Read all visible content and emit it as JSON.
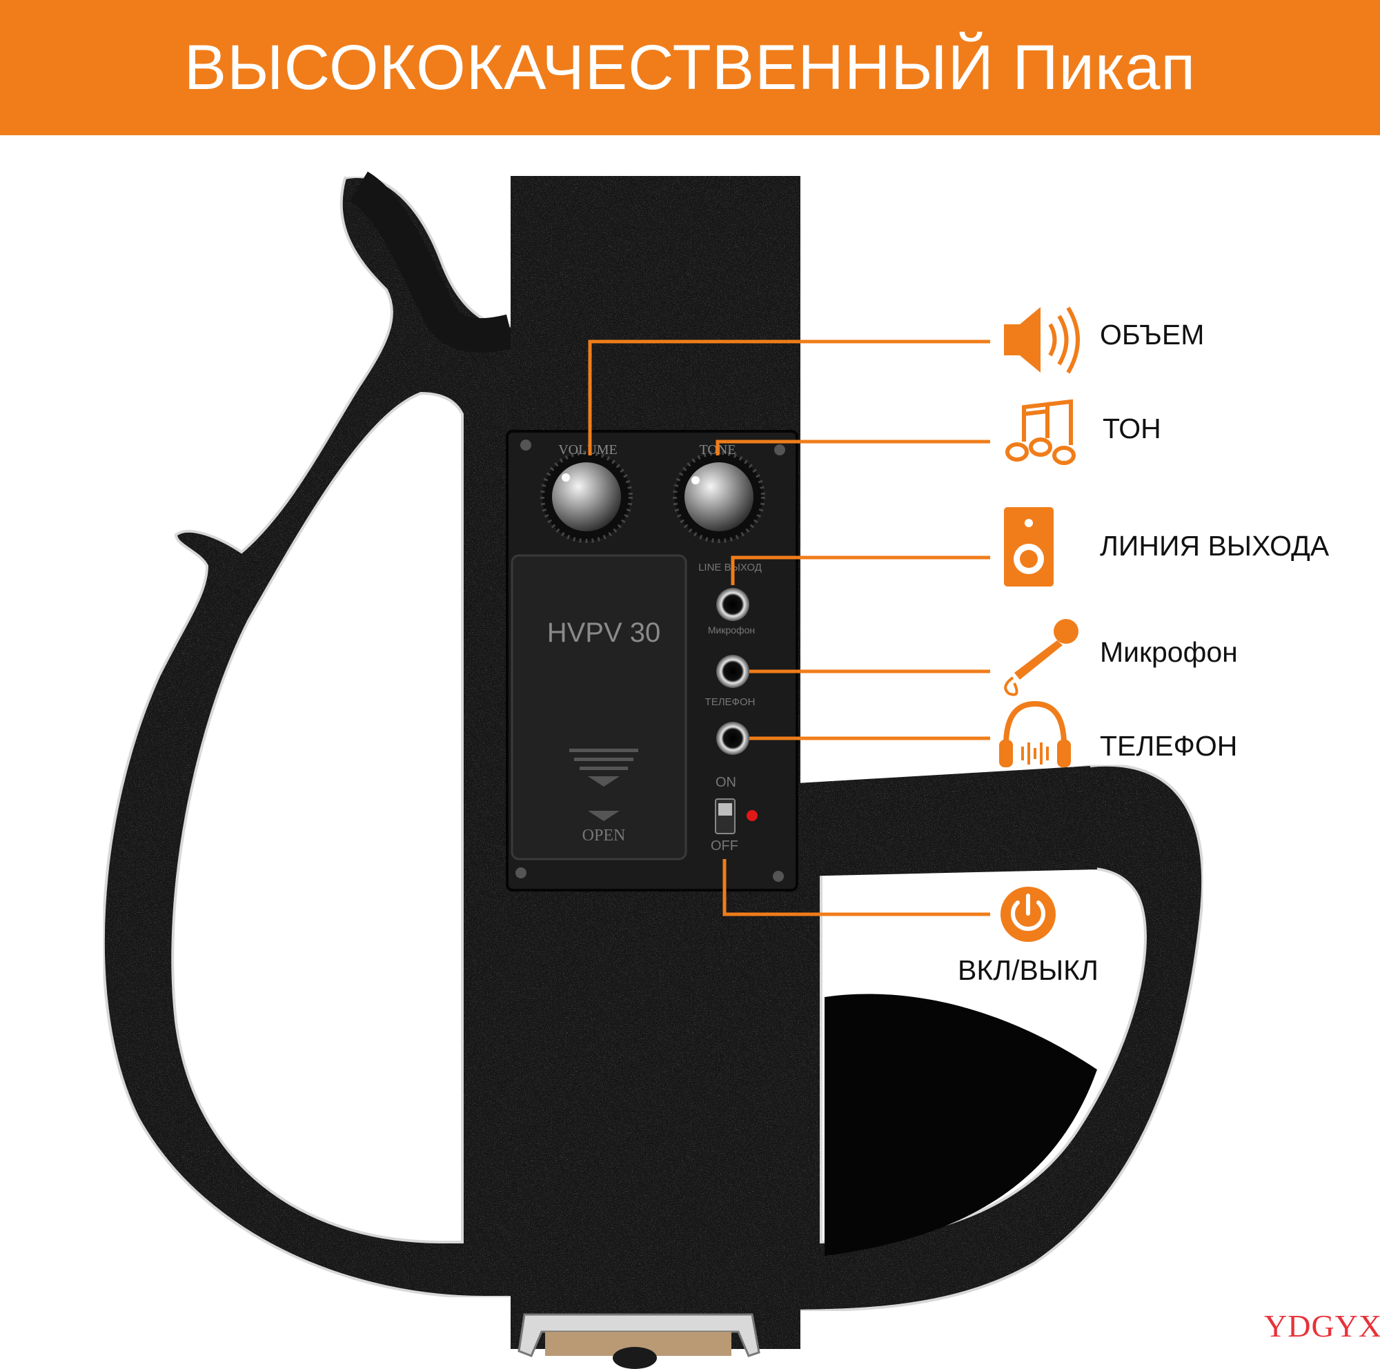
{
  "header": {
    "title": "ВЫСОКОКАЧЕСТВЕННЫЙ Пикап"
  },
  "panel": {
    "knob_volume": "VOLUME",
    "knob_tone": "TONE",
    "line_out": "LINE ВЫХОД",
    "mic_label": "Микрофон",
    "phone_label": "ТЕЛЕФОН",
    "switch_on": "ON",
    "switch_off": "OFF",
    "battery_model": "HVPV 30",
    "battery_open": "OPEN"
  },
  "features": [
    {
      "label": "ОБЪЕМ",
      "icon": "speaker-volume-icon"
    },
    {
      "label": "ТОН",
      "icon": "music-notes-icon"
    },
    {
      "label": "ЛИНИЯ ВЫХОДА",
      "icon": "loudspeaker-icon"
    },
    {
      "label": "Микрофон",
      "icon": "microphone-icon"
    },
    {
      "label": "ТЕЛЕФОН",
      "icon": "headphones-icon"
    },
    {
      "label": "ВКЛ/ВЫКЛ",
      "icon": "power-icon"
    }
  ],
  "watermark": "YDGYX",
  "colors": {
    "accent": "#f07d1a",
    "body": "#111111",
    "text": "#111111"
  }
}
